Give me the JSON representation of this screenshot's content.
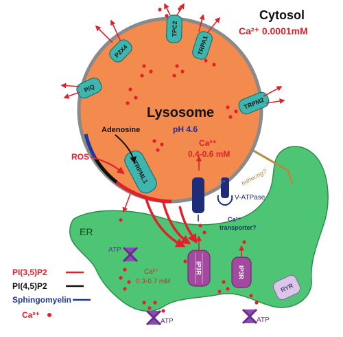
{
  "compartments": {
    "cytosol": {
      "title": "Cytosol",
      "calcium": "Ca²⁺ 0.0001mM"
    },
    "lysosome": {
      "title": "Lysosome",
      "ph": "pH 4.6",
      "calcium_label": "Ca²⁺",
      "calcium_range": "0.4-0.6 mM"
    },
    "er": {
      "title": "ER",
      "calcium_label": "Ca²⁺",
      "calcium_range": "0.3-0.7 mM"
    }
  },
  "channels": {
    "p2x4": "P2X4",
    "tpc2": "TPC2",
    "trpa1": "TRPA1",
    "pq": "P/Q",
    "trpm2": "TRPM2",
    "trpml1": "TRPML1",
    "ip3r_1": "IP3R",
    "ip3r_2": "IP3R",
    "ryr": "RYR"
  },
  "annotations": {
    "adenosine": "Adenosine",
    "ros": "ROS",
    "v_atpase": "V-ATPase",
    "h_plus": "H⁺",
    "tethering": "tethering?",
    "ca_transporter_1": "Ca²⁺",
    "ca_transporter_2": "transporter?",
    "atp_1": "ATP",
    "atp_2": "ATP",
    "atp_3": "ATP"
  },
  "legend": [
    {
      "label": "PI(3,5)P2",
      "color": "#e0212a"
    },
    {
      "label": "PI(4,5)P2",
      "color": "#111111"
    },
    {
      "label": "Sphingomyelin",
      "color": "#1f3a9c"
    },
    {
      "label": "Ca²⁺",
      "color": "#e0212a"
    }
  ],
  "colors": {
    "lysosome_fill": "#f38a4e",
    "lysosome_membrane": "#8a8a8a",
    "er_fill": "#4ec574",
    "channel_teal": "#3fb5b0",
    "ip3r_purple": "#a34aa0",
    "calcium_red": "#e0212a",
    "v_atpase_blue": "#1f2c7a"
  }
}
